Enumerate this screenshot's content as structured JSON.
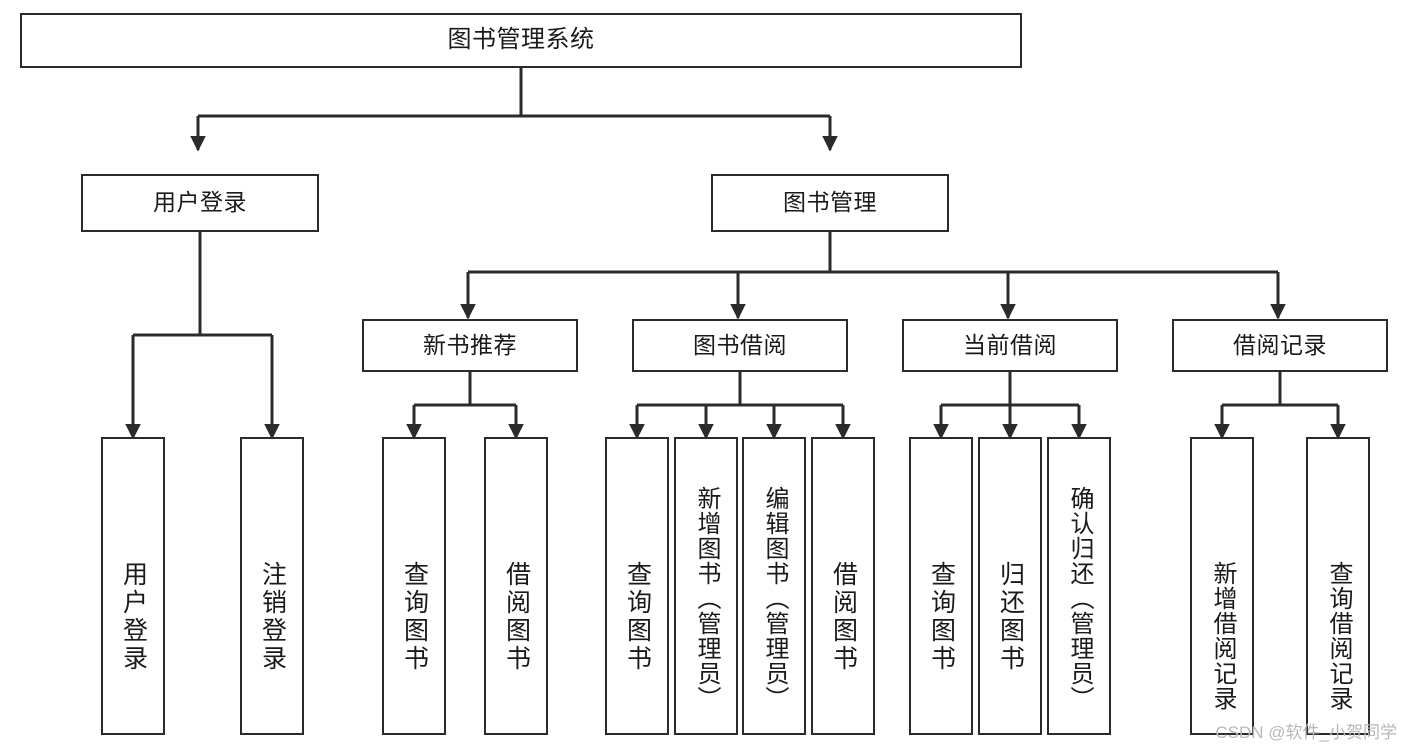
{
  "diagram": {
    "title": "图书管理系统",
    "type": "hierarchy-tree",
    "root": {
      "label": "图书管理系统"
    },
    "level2": [
      {
        "label": "用户登录"
      },
      {
        "label": "图书管理"
      }
    ],
    "level3": [
      {
        "label": "新书推荐"
      },
      {
        "label": "图书借阅"
      },
      {
        "label": "当前借阅"
      },
      {
        "label": "借阅记录"
      }
    ],
    "leaves": {
      "user_login": [
        {
          "label": "用户登录"
        },
        {
          "label": "注销登录"
        }
      ],
      "new_book": [
        {
          "label": "查询图书"
        },
        {
          "label": "借阅图书"
        }
      ],
      "book_borrow": [
        {
          "label": "查询图书"
        },
        {
          "label": "新增图书（管理员）"
        },
        {
          "label": "编辑图书（管理员）"
        },
        {
          "label": "借阅图书"
        }
      ],
      "current_borrow": [
        {
          "label": "查询图书"
        },
        {
          "label": "归还图书"
        },
        {
          "label": "确认归还（管理员）"
        }
      ],
      "borrow_record": [
        {
          "label": "新增借阅记录"
        },
        {
          "label": "查询借阅记录"
        }
      ]
    }
  },
  "watermark": {
    "text": "CSDN @软件_小贺同学"
  },
  "colors": {
    "border": "#2b2b2b",
    "background": "#ffffff",
    "text": "#1a1a1a",
    "watermark": "#b8b8b8"
  }
}
